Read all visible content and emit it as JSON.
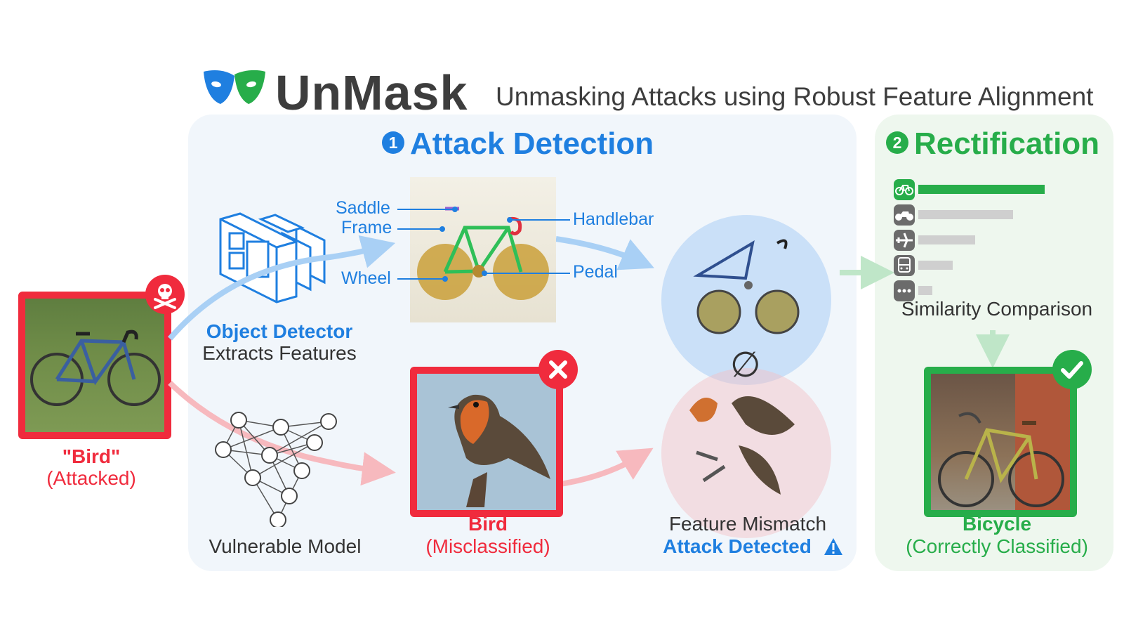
{
  "header": {
    "logo_name": "UnMask",
    "subtitle": "Unmasking Attacks using Robust Feature Alignment"
  },
  "detection": {
    "step_number": "1",
    "title": "Attack Detection",
    "detector_title": "Object Detector",
    "detector_subtitle": "Extracts Features",
    "parts": {
      "saddle": "Saddle",
      "frame": "Frame",
      "wheel": "Wheel",
      "handlebar": "Handlebar",
      "pedal": "Pedal"
    },
    "model_label": "Vulnerable Model",
    "predicted_label": "Bird",
    "predicted_status": "(Misclassified)",
    "empty_set_symbol": "∅",
    "mismatch_label": "Feature Mismatch",
    "detected_label": "Attack Detected"
  },
  "input": {
    "label": "\"Bird\"",
    "status": "(Attacked)"
  },
  "rectification": {
    "step_number": "2",
    "title": "Rectification",
    "comparison_label": "Similarity Comparison",
    "similarity_bars": [
      {
        "icon": "bicycle-icon",
        "value": 1.0,
        "color": "#27ad4a"
      },
      {
        "icon": "motorcycle-icon",
        "value": 0.75,
        "color": "#cfcfcf"
      },
      {
        "icon": "airplane-icon",
        "value": 0.45,
        "color": "#cfcfcf"
      },
      {
        "icon": "bus-icon",
        "value": 0.27,
        "color": "#cfcfcf"
      },
      {
        "icon": "more-icon",
        "value": 0.11,
        "color": "#cfcfcf"
      }
    ],
    "result_label": "Bicycle",
    "result_status": "(Correctly Classified)"
  },
  "colors": {
    "blue": "#1f7fe0",
    "green": "#27ad4a",
    "red": "#f02b3d",
    "text": "#333333"
  }
}
